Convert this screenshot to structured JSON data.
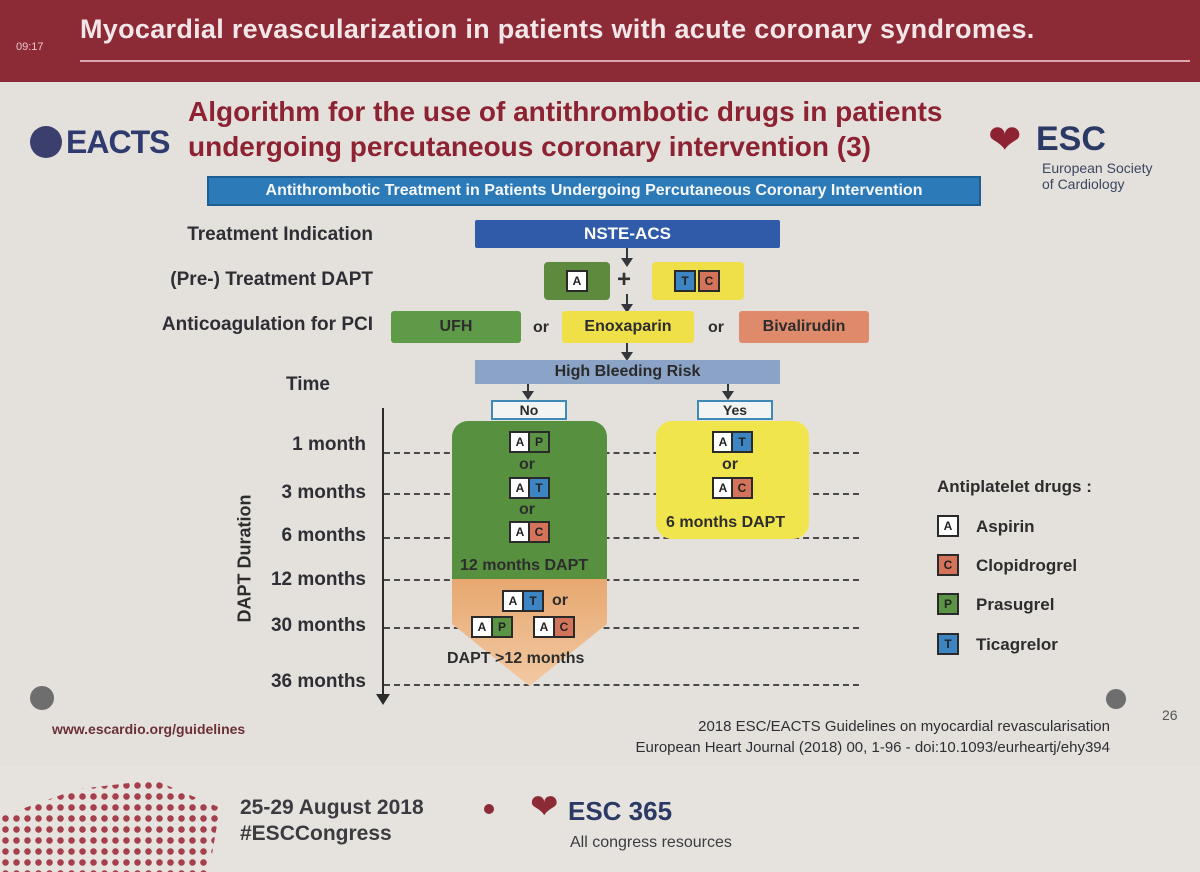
{
  "session": {
    "time": "09:17",
    "title": "Myocardial revascularization in patients with acute coronary syndromes."
  },
  "slide": {
    "logo_left": "EACTS",
    "title_line1": "Algorithm for the use of antithrombotic drugs in patients",
    "title_line2": "undergoing percutaneous coronary intervention (3)",
    "logo_right": {
      "word": "ESC",
      "line1": "European Society",
      "line2": "of Cardiology"
    },
    "banner": "Antithrombotic Treatment in Patients Undergoing Percutaneous Coronary Intervention",
    "rows": {
      "indication_label": "Treatment Indication",
      "indication_value": "NSTE-ACS",
      "dapt_label": "(Pre-) Treatment DAPT",
      "anticoag_label": "Anticoagulation for PCI",
      "time_label": "Time"
    },
    "dapt_boxes": {
      "a": "A",
      "plus": "+",
      "t": "T",
      "c": "C"
    },
    "anticoag": {
      "ufh": "UFH",
      "or1": "or",
      "enox": "Enoxaparin",
      "or2": "or",
      "biva": "Bivalirudin"
    },
    "bleeding": {
      "label": "High Bleeding Risk",
      "no": "No",
      "yes": "Yes"
    },
    "axis_title": "DAPT Duration",
    "time_labels": [
      "1 month",
      "3 months",
      "6 months",
      "12 months",
      "30 months",
      "36 months"
    ],
    "no_branch": {
      "or": "or",
      "duration": "12 months DAPT",
      "extended_or": "or",
      "extended_duration": "DAPT >12 months"
    },
    "yes_branch": {
      "or": "or",
      "duration": "6 months DAPT"
    },
    "legend": {
      "title": "Antiplatelet drugs :",
      "items": [
        {
          "code": "A",
          "name": "Aspirin",
          "color": "#ffffff"
        },
        {
          "code": "C",
          "name": "Clopidrogrel",
          "color": "#d3735a"
        },
        {
          "code": "P",
          "name": "Prasugrel",
          "color": "#5b9445"
        },
        {
          "code": "T",
          "name": "Ticagrelor",
          "color": "#3d84c2"
        }
      ]
    },
    "footer_left": "www.escardio.org/guidelines",
    "footer_right_line1": "2018 ESC/EACTS Guidelines on myocardial revascularisation",
    "footer_right_line2": "European Heart Journal (2018) 00, 1-96 - doi:10.1093/eurheartj/ehy394",
    "page_number": "26"
  },
  "congress": {
    "dates": "25-29 August 2018",
    "hashtag": "#ESCCongress",
    "brand": "ESC 365",
    "brand_sub": "All congress resources"
  }
}
